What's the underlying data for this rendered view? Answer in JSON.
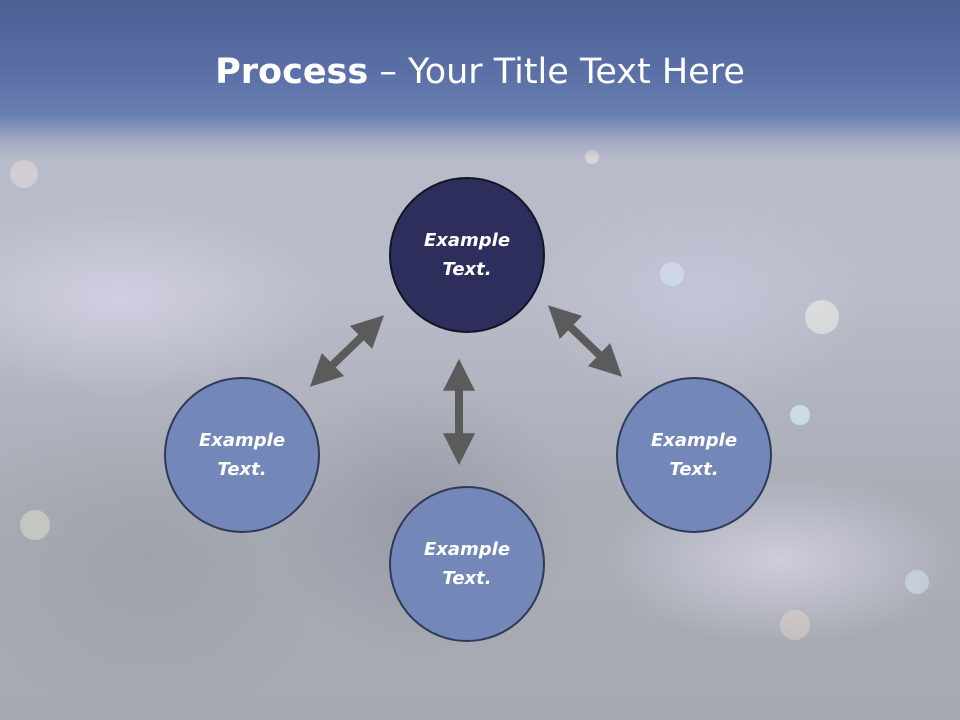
{
  "slide": {
    "title_bold": "Process",
    "title_rest": " – Your Title Text Here"
  },
  "diagram": {
    "nodes": [
      {
        "id": "top",
        "text": "Example Text.",
        "style": "dark"
      },
      {
        "id": "left",
        "text": "Example Text.",
        "style": "light"
      },
      {
        "id": "right",
        "text": "Example Text.",
        "style": "light"
      },
      {
        "id": "bottom",
        "text": "Example Text.",
        "style": "light"
      }
    ],
    "edges": [
      {
        "from": "top",
        "to": "left",
        "type": "double-arrow"
      },
      {
        "from": "top",
        "to": "right",
        "type": "double-arrow"
      },
      {
        "from": "top",
        "to": "bottom",
        "type": "double-arrow"
      }
    ]
  },
  "colors": {
    "title_bar": "#5a70a6",
    "node_dark": "#2e2e5c",
    "node_light": "#7388b8",
    "arrow": "#5b5b5b",
    "text": "#ffffff"
  }
}
